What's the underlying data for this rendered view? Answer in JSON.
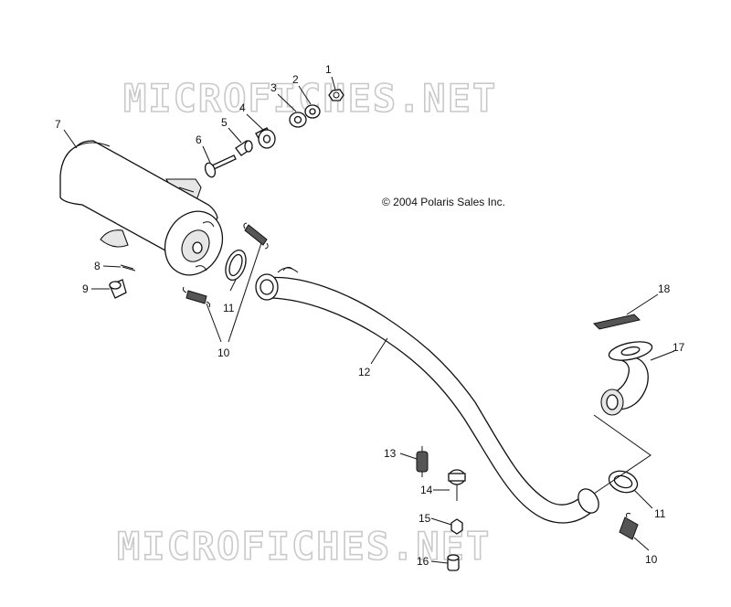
{
  "watermark": "MICROFICHES.NET",
  "copyright": "© 2004 Polaris Sales Inc.",
  "callouts": {
    "c1": "1",
    "c2": "2",
    "c3": "3",
    "c4": "4",
    "c5": "5",
    "c6": "6",
    "c7": "7",
    "c8": "8",
    "c9": "9",
    "c10a": "10",
    "c10b": "10",
    "c11a": "11",
    "c11b": "11",
    "c12": "12",
    "c13": "13",
    "c14": "14",
    "c15": "15",
    "c16": "16",
    "c17": "17",
    "c18": "18"
  }
}
